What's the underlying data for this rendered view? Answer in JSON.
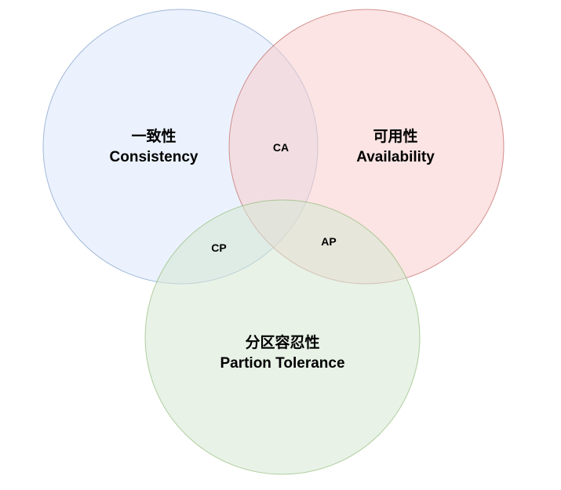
{
  "sets": [
    {
      "id": "consistency",
      "title_cn": "一致性",
      "title_en": "Consistency",
      "fill": "#dae8fc",
      "stroke": "#6c8ebf"
    },
    {
      "id": "availability",
      "title_cn": "可用性",
      "title_en": "Availability",
      "fill": "#f8cecc",
      "stroke": "#b85450"
    },
    {
      "id": "partition",
      "title_cn": "分区容忍性",
      "title_en": "Partion Tolerance",
      "fill": "#d5e8d4",
      "stroke": "#82b366"
    }
  ],
  "intersections": {
    "ca": "CA",
    "cp": "CP",
    "ap": "AP"
  }
}
